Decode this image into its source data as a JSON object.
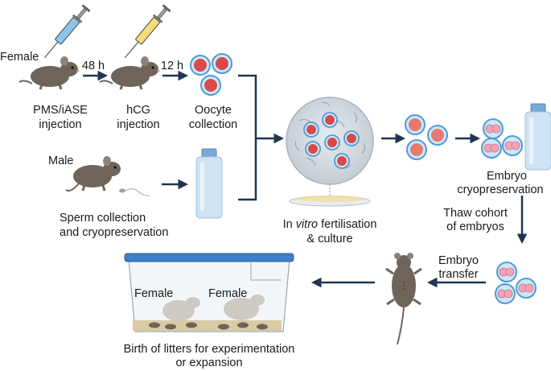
{
  "colors": {
    "arrow": "#1f3550",
    "mouse": "#6e645a",
    "mouse_light": "#cfc9c3",
    "oocyte": "#d84b4b",
    "oocyte_halo": "#4f9bd6",
    "embryo": "#f2a4b4",
    "bottle": "#cfe3f5",
    "bottle_cap": "#7aa9d6",
    "cage_lid": "#3d7fc8",
    "syringe_blue": "#8ec4ec",
    "syringe_yellow": "#f3dc7a"
  },
  "labels": {
    "female_top": "Female",
    "h48": "48 h",
    "h12": "12 h",
    "pms_line1": "PMS/iASE",
    "pms_line2": "injection",
    "hcg_line1": "hCG",
    "hcg_line2": "injection",
    "oocyte_line1": "Oocyte",
    "oocyte_line2": "collection",
    "male": "Male",
    "sperm_line1": "Sperm collection",
    "sperm_line2": "and cryopreservation",
    "ivf_line1_prefix": "In ",
    "ivf_line1_italic": "vitro",
    "ivf_line1_suffix": " fertilisation",
    "ivf_line2": "& culture",
    "embryo_cryo_line1": "Embryo",
    "embryo_cryo_line2": "cryopreservation",
    "thaw_line1": "Thaw cohort",
    "thaw_line2": "of embryos",
    "transfer_line1": "Embryo",
    "transfer_line2": "transfer",
    "cage_female_1": "Female",
    "cage_female_2": "Female",
    "birth_line1": "Birth of litters for experimentation",
    "birth_line2": "or expansion"
  }
}
